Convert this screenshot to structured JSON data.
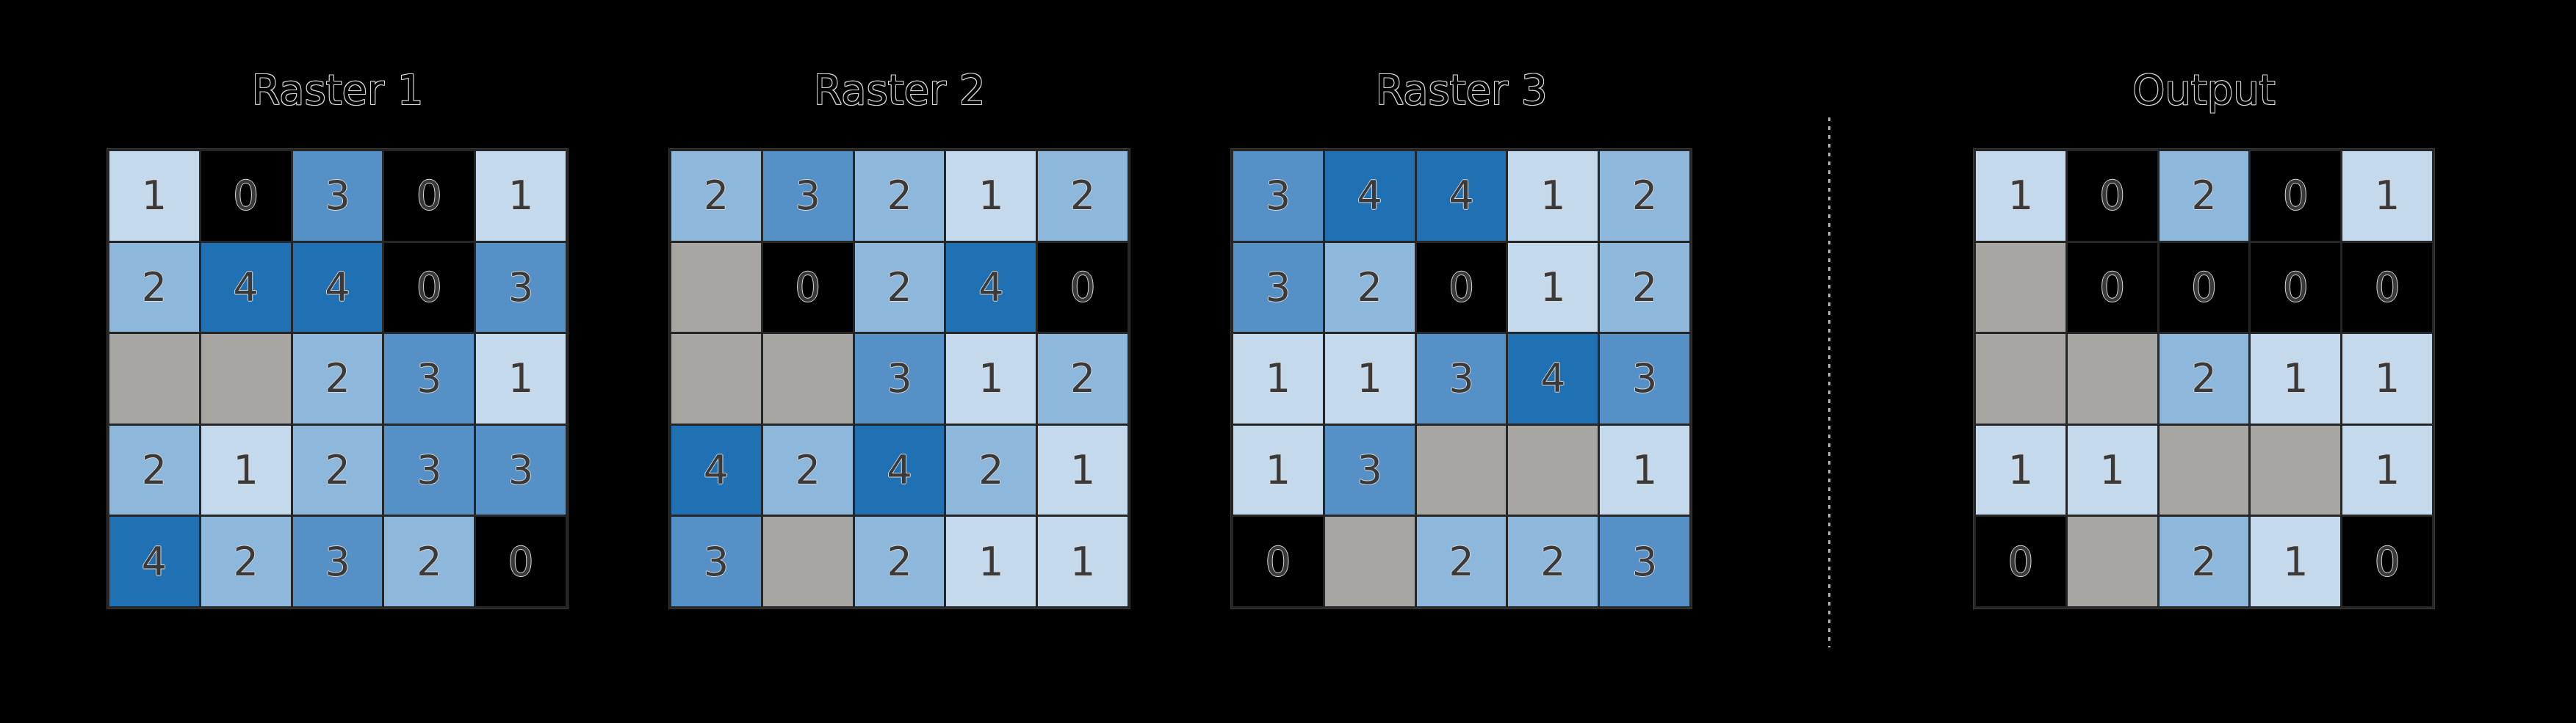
{
  "figure": {
    "panels_order": [
      "raster-1",
      "raster-2",
      "raster-3",
      "output"
    ]
  },
  "grids": [
    {
      "id": "raster-1",
      "title": "Raster 1",
      "cells": [
        [
          1,
          0,
          3,
          0,
          1
        ],
        [
          2,
          4,
          4,
          0,
          3
        ],
        [
          null,
          null,
          2,
          3,
          1
        ],
        [
          2,
          1,
          2,
          3,
          3
        ],
        [
          4,
          2,
          3,
          2,
          0
        ]
      ]
    },
    {
      "id": "raster-2",
      "title": "Raster 2",
      "cells": [
        [
          2,
          3,
          2,
          1,
          2
        ],
        [
          null,
          0,
          2,
          4,
          0
        ],
        [
          null,
          null,
          3,
          1,
          2
        ],
        [
          4,
          2,
          4,
          2,
          1
        ],
        [
          3,
          null,
          2,
          1,
          1
        ]
      ]
    },
    {
      "id": "raster-3",
      "title": "Raster 3",
      "cells": [
        [
          3,
          4,
          4,
          1,
          2
        ],
        [
          3,
          2,
          0,
          1,
          2
        ],
        [
          1,
          1,
          3,
          4,
          3
        ],
        [
          1,
          3,
          null,
          null,
          1
        ],
        [
          0,
          null,
          2,
          2,
          3
        ]
      ]
    },
    {
      "id": "output",
      "title": "Output",
      "cells": [
        [
          1,
          0,
          2,
          0,
          1
        ],
        [
          null,
          0,
          0,
          0,
          0
        ],
        [
          null,
          null,
          2,
          1,
          1
        ],
        [
          1,
          1,
          null,
          null,
          1
        ],
        [
          0,
          null,
          2,
          1,
          0
        ]
      ]
    }
  ],
  "value_colors": {
    "0": "#000000",
    "1": "#c5d9ed",
    "2": "#8db7db",
    "3": "#5590c7",
    "4": "#2070b4"
  },
  "colors": {
    "background": "#000000",
    "nodata": "#a8a6a3",
    "cell_text": "#3a3a3a",
    "text_outline": "#d9d9d9",
    "grid_line": "#262626",
    "separator": "#b5b5b5"
  },
  "separator": {
    "style": "dashed-vertical-line"
  }
}
